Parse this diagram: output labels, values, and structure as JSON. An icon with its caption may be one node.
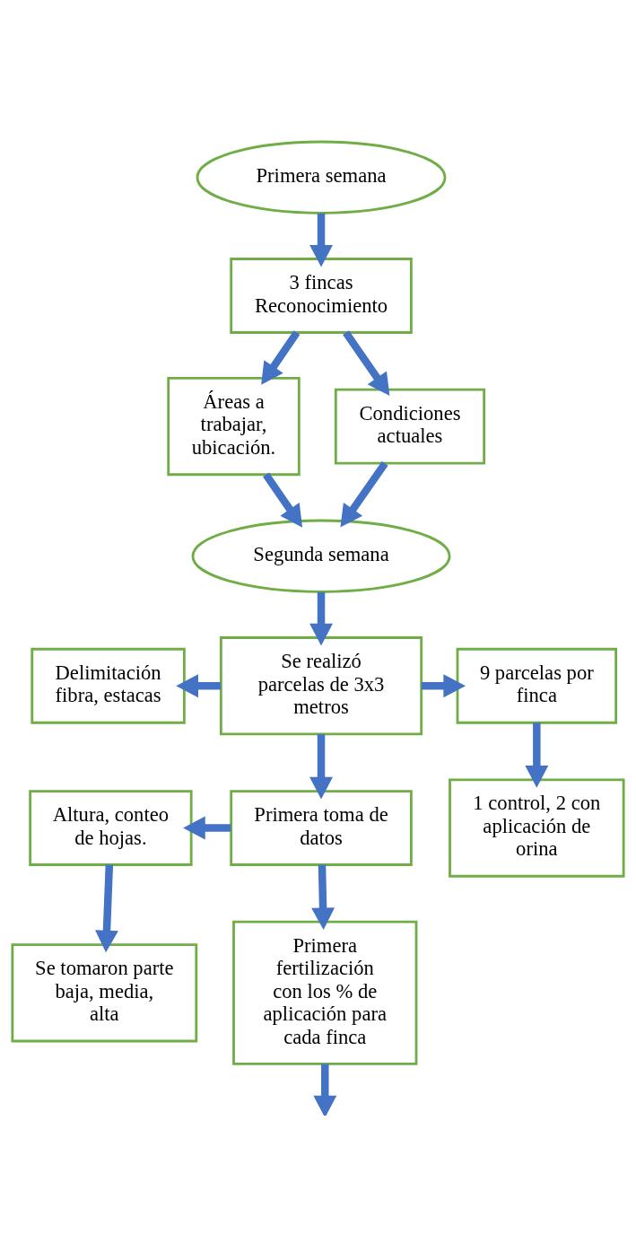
{
  "diagram": {
    "nodes": [
      {
        "text": [
          "Primera semana"
        ]
      },
      {
        "text": [
          "3 fincas Reconocimiento"
        ]
      },
      {
        "text": [
          "Áreas a trabajar, ubicación."
        ]
      },
      {
        "text": [
          "Condiciones actuales"
        ]
      },
      {
        "text": [
          "Segunda semana"
        ]
      },
      {
        "text": [
          "Se realizó parcelas de 3x3 metros"
        ]
      },
      {
        "text": [
          "Delimitación fibra, estacas"
        ]
      },
      {
        "text": [
          "9 parcelas por finca"
        ]
      },
      {
        "text": [
          "Primera toma de datos"
        ]
      },
      {
        "text": [
          "1 control, 2 con aplicación de orina"
        ]
      },
      {
        "text": [
          "Altura, conteo de hojas."
        ]
      },
      {
        "text": [
          "Se tomaron parte baja, media, alta"
        ]
      },
      {
        "text": [
          "Primera fertilización con los % de aplicación para cada finca"
        ]
      }
    ],
    "edges": [
      {
        "from": 0,
        "to": 1,
        "arrow": "to"
      },
      {
        "from": 1,
        "to": 2,
        "arrow": "to"
      },
      {
        "from": 1,
        "to": 3,
        "arrow": "to"
      },
      {
        "from": 2,
        "to": 4,
        "arrow": "to"
      },
      {
        "from": 3,
        "to": 4,
        "arrow": "to"
      },
      {
        "from": 4,
        "to": 5,
        "arrow": "to"
      },
      {
        "from": 5,
        "to": 6,
        "arrow": "to"
      },
      {
        "from": 5,
        "to": 7,
        "arrow": "to"
      },
      {
        "from": 5,
        "to": 8,
        "arrow": "to"
      },
      {
        "from": 7,
        "to": 9,
        "arrow": "to"
      },
      {
        "from": 8,
        "to": 10,
        "arrow": "to"
      },
      {
        "from": 10,
        "to": 11,
        "arrow": "to"
      },
      {
        "from": 8,
        "to": 12,
        "arrow": "to"
      },
      {
        "from": 12,
        "to": null,
        "arrow": "to"
      }
    ]
  }
}
